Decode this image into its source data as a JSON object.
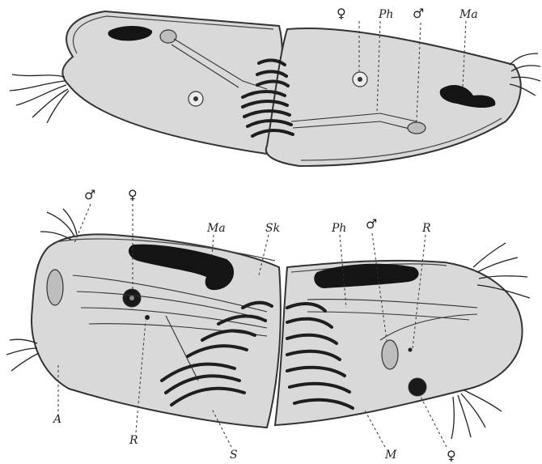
{
  "labels": {
    "top": {
      "female": "♀",
      "ph": "Ph",
      "male": "♂",
      "ma": "Ma"
    },
    "bottom": {
      "male_left": "♂",
      "female_left": "♀",
      "ma": "Ma",
      "sk": "Sk",
      "ph": "Ph",
      "male_right": "♂",
      "r_right": "R",
      "a": "A",
      "r_left": "R",
      "s": "S",
      "m": "M",
      "female_bottom": "♀"
    }
  }
}
